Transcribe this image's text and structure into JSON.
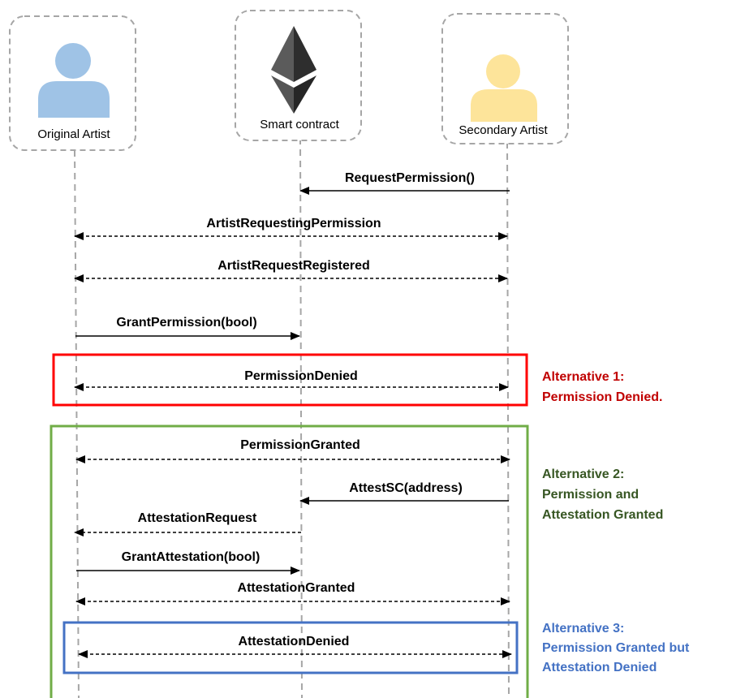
{
  "actors": [
    {
      "id": "original",
      "label": "Original Artist",
      "icon": "person-icon",
      "color": "#9fc3e6"
    },
    {
      "id": "contract",
      "label": "Smart contract",
      "icon": "ethereum-logo-icon",
      "color": "#3a3a3a"
    },
    {
      "id": "secondary",
      "label": "Secondary Artist",
      "icon": "person-icon",
      "color": "#fde49a"
    }
  ],
  "messages": [
    {
      "label": "RequestPermission()",
      "from": "secondary",
      "to": "contract",
      "style": "solid",
      "arrows": "end"
    },
    {
      "label": "ArtistRequestingPermission",
      "from": "original",
      "to": "secondary",
      "style": "dashed",
      "arrows": "both"
    },
    {
      "label": "ArtistRequestRegistered",
      "from": "original",
      "to": "secondary",
      "style": "dashed",
      "arrows": "both"
    },
    {
      "label": "GrantPermission(bool)",
      "from": "original",
      "to": "contract",
      "style": "solid",
      "arrows": "end"
    },
    {
      "label": "PermissionDenied",
      "from": "original",
      "to": "secondary",
      "style": "dashed",
      "arrows": "both"
    },
    {
      "label": "PermissionGranted",
      "from": "original",
      "to": "secondary",
      "style": "dashed",
      "arrows": "both"
    },
    {
      "label": "AttestSC(address)",
      "from": "secondary",
      "to": "contract",
      "style": "solid",
      "arrows": "end"
    },
    {
      "label": "AttestationRequest",
      "from": "contract",
      "to": "original",
      "style": "dashed",
      "arrows": "end"
    },
    {
      "label": "GrantAttestation(bool)",
      "from": "original",
      "to": "contract",
      "style": "solid",
      "arrows": "end"
    },
    {
      "label": "AttestationGranted",
      "from": "original",
      "to": "secondary",
      "style": "dashed",
      "arrows": "both"
    },
    {
      "label": "AttestationDenied",
      "from": "original",
      "to": "secondary",
      "style": "dashed",
      "arrows": "both"
    }
  ],
  "alternatives": [
    {
      "lines": [
        "Alternative 1:",
        "Permission Denied."
      ],
      "color": "#c00000"
    },
    {
      "lines": [
        "Alternative 2:",
        "Permission and",
        "Attestation Granted"
      ],
      "color": "#375623"
    },
    {
      "lines": [
        "Alternative 3:",
        "Permission Granted but",
        "Attestation Denied"
      ],
      "color": "#4472c4"
    }
  ],
  "frame_colors": {
    "alt1": "#ff0000",
    "alt2": "#70ad47",
    "alt3": "#4472c4"
  }
}
